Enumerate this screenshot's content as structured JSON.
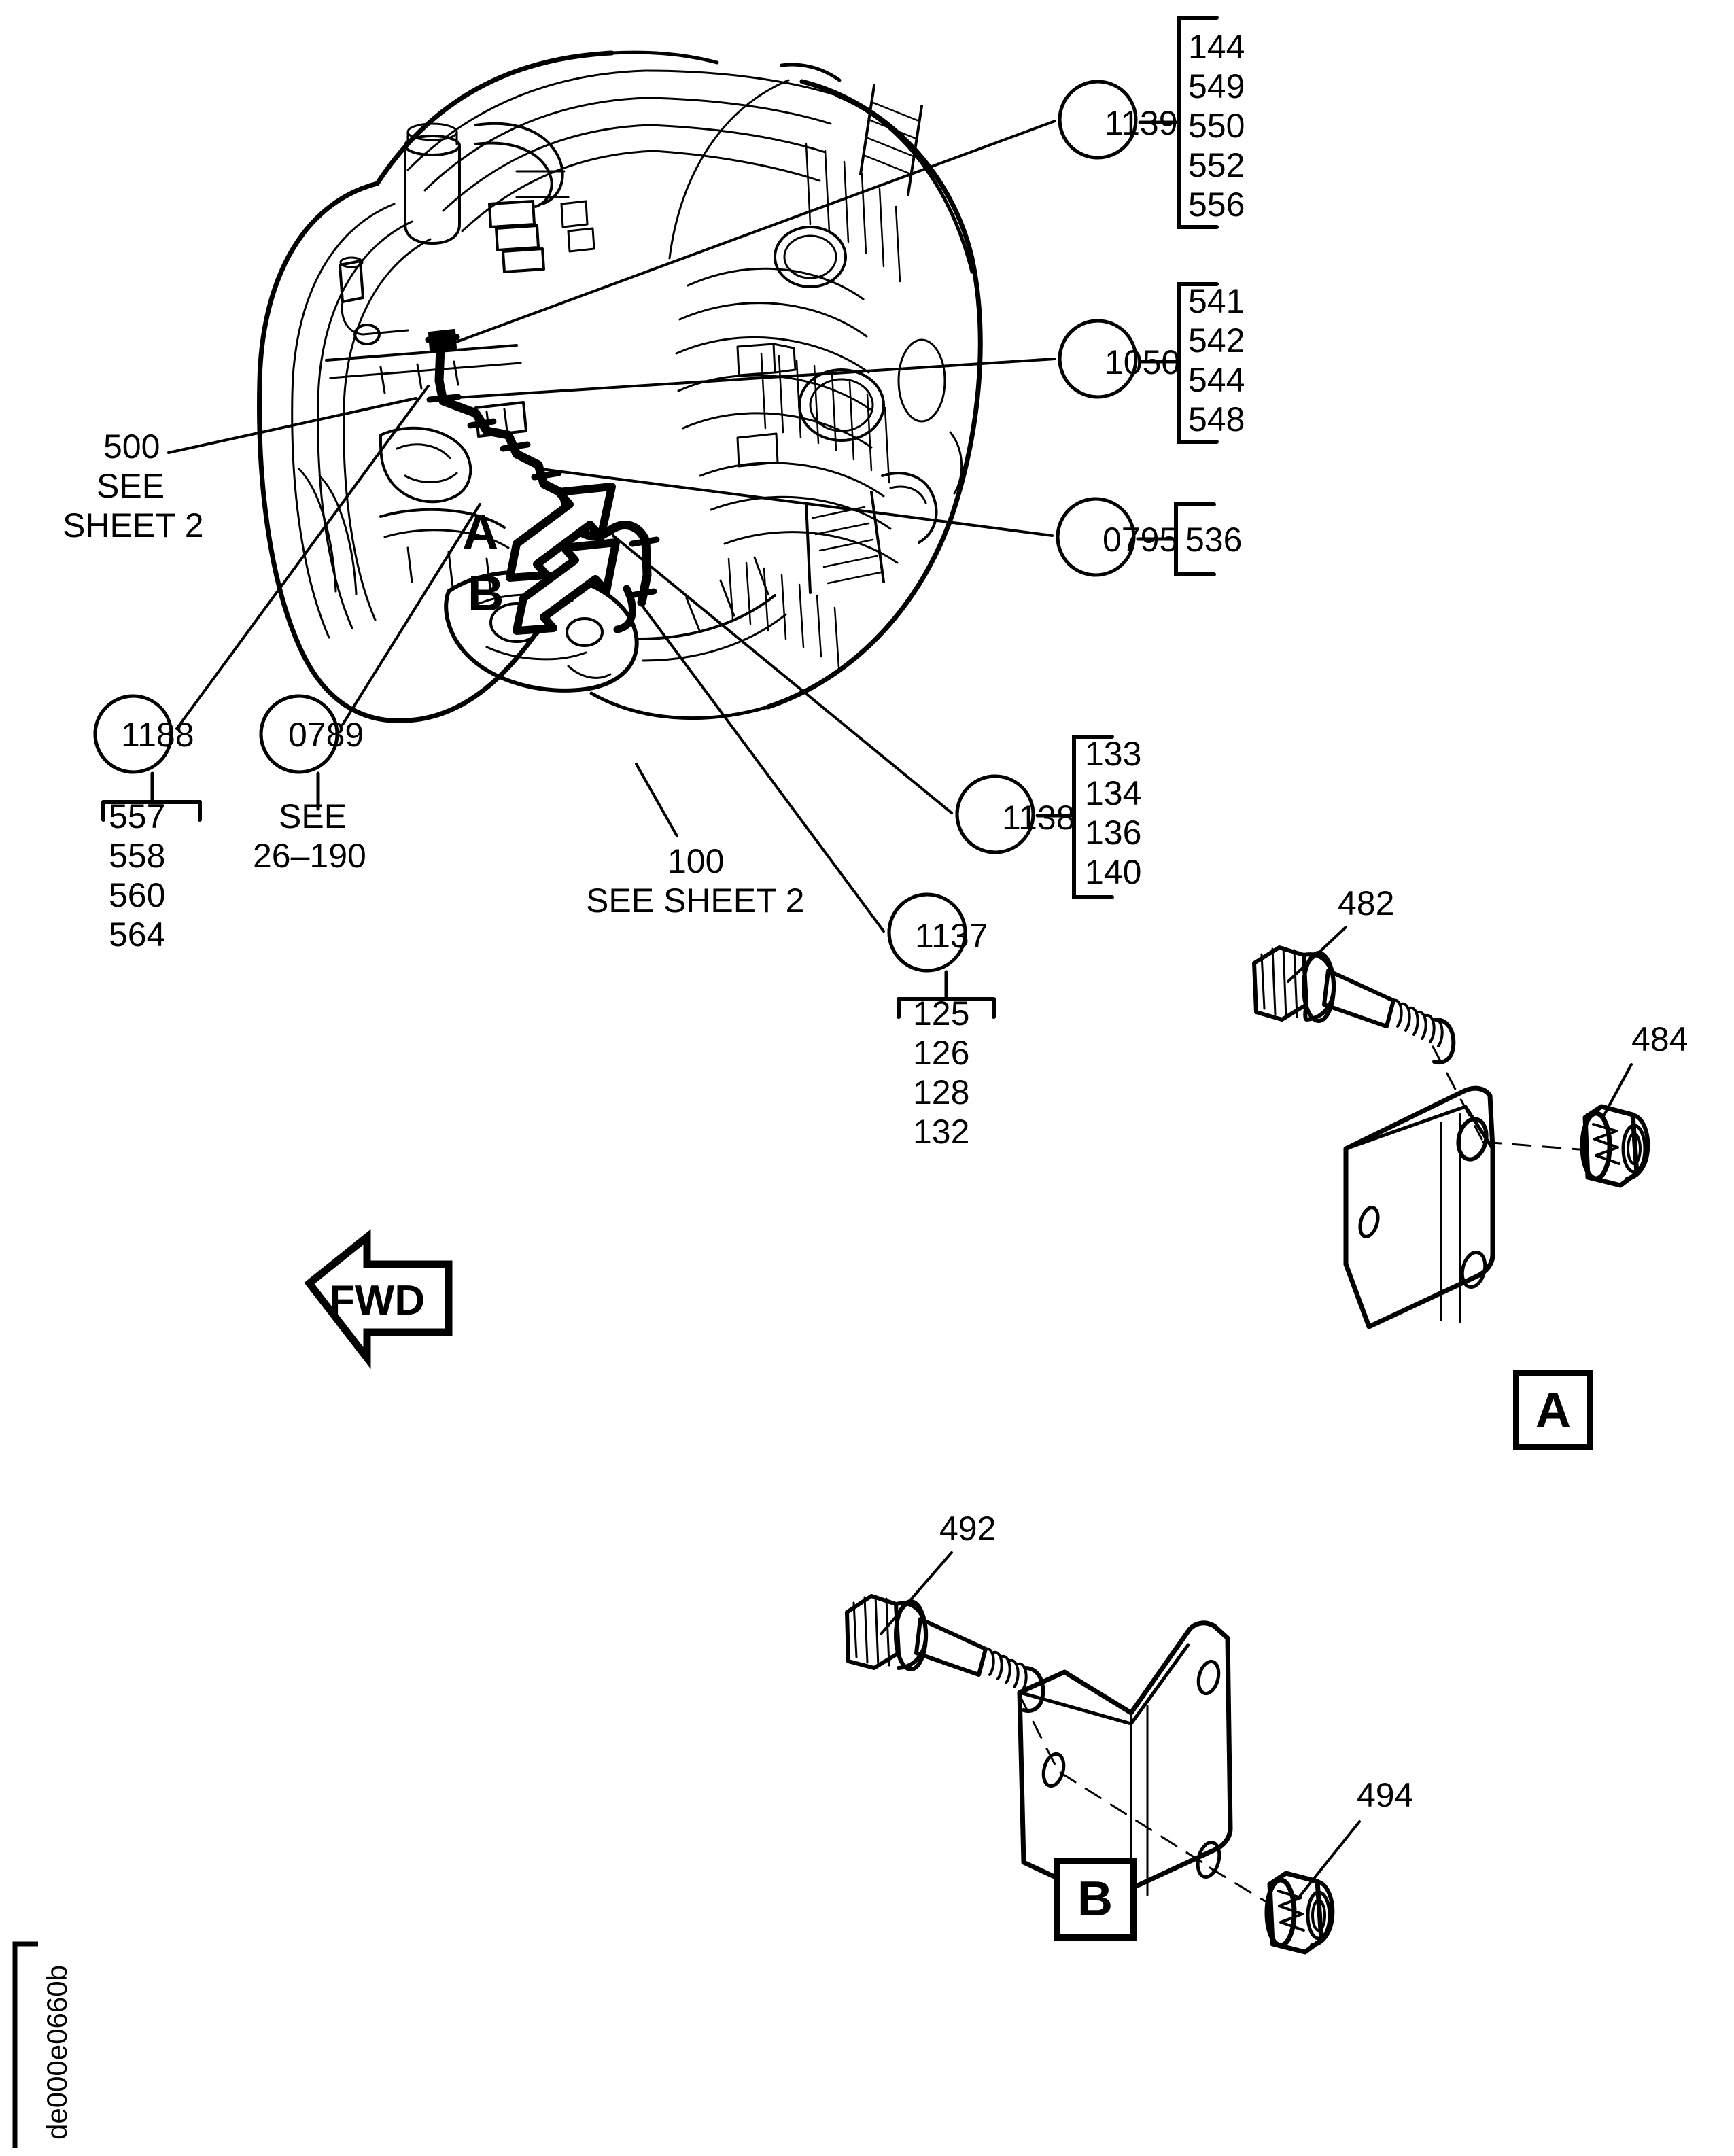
{
  "drawing": {
    "id_stamp": "de000e0660b",
    "direction_arrow_label": "FWD",
    "section_arrow_a": "A",
    "section_arrow_b": "B",
    "detail_box_a": "A",
    "detail_box_b": "B"
  },
  "notes": [
    {
      "name": "note-500",
      "line1": "500",
      "line2": "SEE",
      "line3": "SHEET 2"
    },
    {
      "name": "note-100",
      "line1": "100",
      "line2": "SEE SHEET 2"
    }
  ],
  "callouts": [
    {
      "name": "callout-1139",
      "ref": "1139",
      "items": [
        "144",
        "549",
        "550",
        "552",
        "556"
      ],
      "bracket": "right"
    },
    {
      "name": "callout-1050",
      "ref": "1050",
      "items": [
        "541",
        "542",
        "544",
        "548"
      ],
      "bracket": "right"
    },
    {
      "name": "callout-0795",
      "ref": "0795",
      "items": [
        "536"
      ],
      "bracket": "right"
    },
    {
      "name": "callout-1138",
      "ref": "1138",
      "items": [
        "133",
        "134",
        "136",
        "140"
      ],
      "bracket": "right"
    },
    {
      "name": "callout-1188",
      "ref": "1188",
      "items": [
        "557",
        "558",
        "560",
        "564"
      ],
      "bracket": "below"
    },
    {
      "name": "callout-0789",
      "ref": "0789",
      "items": [
        "SEE",
        "26–190"
      ],
      "bracket": "none"
    },
    {
      "name": "callout-1137",
      "ref": "1137",
      "items": [
        "125",
        "126",
        "128",
        "132"
      ],
      "bracket": "below"
    }
  ],
  "detail_a": {
    "title": "A",
    "parts": [
      {
        "name": "bolt",
        "ref": "482"
      },
      {
        "name": "nut",
        "ref": "484"
      }
    ]
  },
  "detail_b": {
    "title": "B",
    "parts": [
      {
        "name": "bolt",
        "ref": "492"
      },
      {
        "name": "nut",
        "ref": "494"
      }
    ]
  },
  "colors": {
    "ink": "#000000",
    "paper": "#ffffff"
  }
}
